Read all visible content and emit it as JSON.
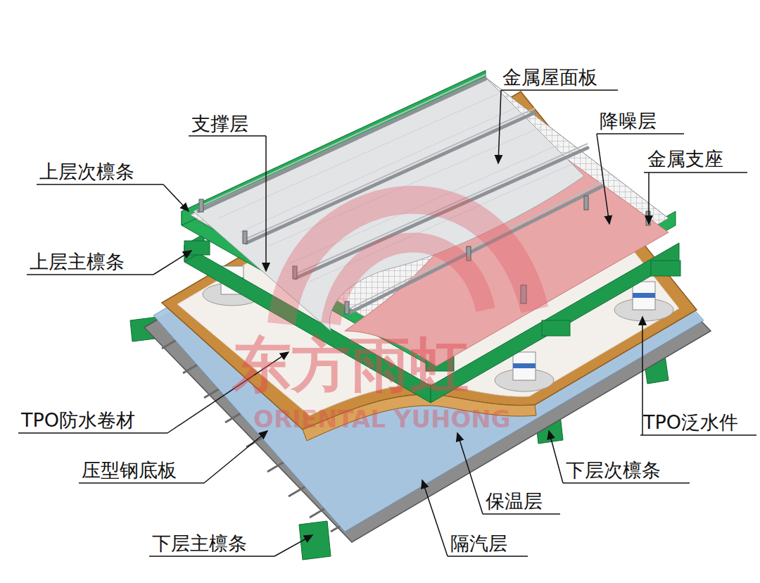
{
  "diagram": {
    "labels": [
      "金属屋面板",
      "支撑层",
      "降噪层",
      "上层次檩条",
      "金属支座",
      "上层主檩条",
      "TPO防水卷材",
      "TPO泛水件",
      "压型钢底板",
      "下层次檩条",
      "保温层",
      "下层主檩条",
      "隔汽层",
      "东方雨虹",
      "ORIENTAL YUHONG"
    ]
  }
}
